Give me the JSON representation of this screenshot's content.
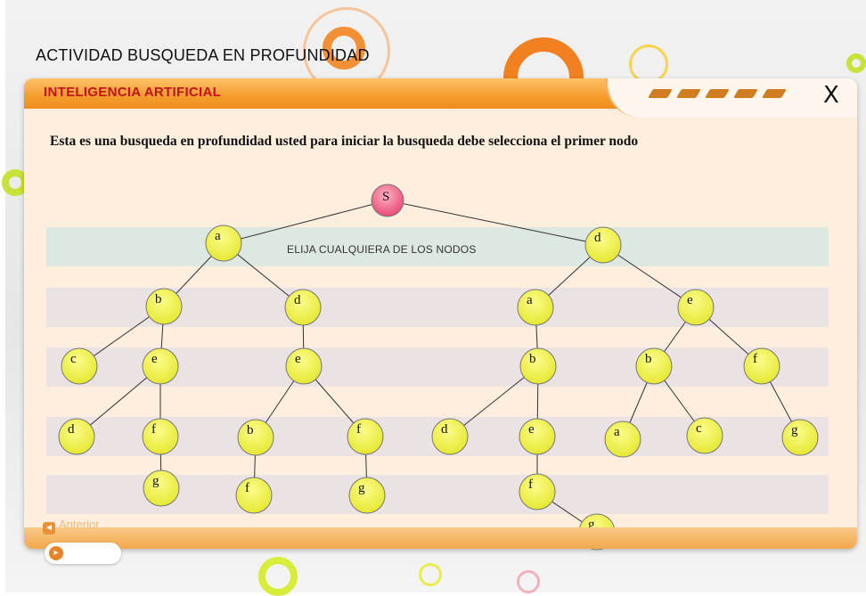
{
  "page_title": "ACTIVIDAD BUSQUEDA EN PROFUNDIDAD",
  "header": {
    "title": "INTELIGENCIA ARTIFICIAL",
    "close_label": "X"
  },
  "instruction": "Esta es una busqueda en profundidad usted para iniciar la busqueda debe selecciona el primer nodo",
  "band_label": "ELIJA CUALQUIERA DE LOS NODOS",
  "nav": {
    "previous_label": "Anterior"
  },
  "colors": {
    "node_fill": "#eef03a",
    "root_fill": "#f0668a",
    "accent": "#f39a2d",
    "header_title": "#c0141a"
  },
  "tree": {
    "nodes": [
      {
        "id": "S",
        "label": "S",
        "root": true
      },
      {
        "id": "n1",
        "label": "a"
      },
      {
        "id": "n2",
        "label": "d"
      },
      {
        "id": "n3",
        "label": "b"
      },
      {
        "id": "n4",
        "label": "d"
      },
      {
        "id": "n5",
        "label": "a"
      },
      {
        "id": "n6",
        "label": "e"
      },
      {
        "id": "n7",
        "label": "c"
      },
      {
        "id": "n8",
        "label": "e"
      },
      {
        "id": "n9",
        "label": "e"
      },
      {
        "id": "n10",
        "label": "b"
      },
      {
        "id": "n11",
        "label": "b"
      },
      {
        "id": "n12",
        "label": "f"
      },
      {
        "id": "n13",
        "label": "d"
      },
      {
        "id": "n14",
        "label": "f"
      },
      {
        "id": "n15",
        "label": "b"
      },
      {
        "id": "n16",
        "label": "f"
      },
      {
        "id": "n17",
        "label": "d"
      },
      {
        "id": "n18",
        "label": "e"
      },
      {
        "id": "n19",
        "label": "a"
      },
      {
        "id": "n20",
        "label": "c"
      },
      {
        "id": "n21",
        "label": "g"
      },
      {
        "id": "n22",
        "label": "g"
      },
      {
        "id": "n23",
        "label": "f"
      },
      {
        "id": "n24",
        "label": "g"
      },
      {
        "id": "n25",
        "label": "f"
      },
      {
        "id": "n26",
        "label": "g"
      }
    ],
    "edges": [
      [
        "S",
        "n1"
      ],
      [
        "S",
        "n2"
      ],
      [
        "n1",
        "n3"
      ],
      [
        "n1",
        "n4"
      ],
      [
        "n2",
        "n5"
      ],
      [
        "n2",
        "n6"
      ],
      [
        "n3",
        "n7"
      ],
      [
        "n3",
        "n8"
      ],
      [
        "n4",
        "n9"
      ],
      [
        "n5",
        "n10"
      ],
      [
        "n6",
        "n11"
      ],
      [
        "n6",
        "n12"
      ],
      [
        "n8",
        "n13"
      ],
      [
        "n8",
        "n14"
      ],
      [
        "n9",
        "n15"
      ],
      [
        "n9",
        "n16"
      ],
      [
        "n10",
        "n17"
      ],
      [
        "n10",
        "n18"
      ],
      [
        "n11",
        "n19"
      ],
      [
        "n11",
        "n20"
      ],
      [
        "n12",
        "n21"
      ],
      [
        "n14",
        "n22"
      ],
      [
        "n15",
        "n23"
      ],
      [
        "n16",
        "n24"
      ],
      [
        "n18",
        "n25"
      ],
      [
        "n25",
        "n26"
      ]
    ]
  }
}
